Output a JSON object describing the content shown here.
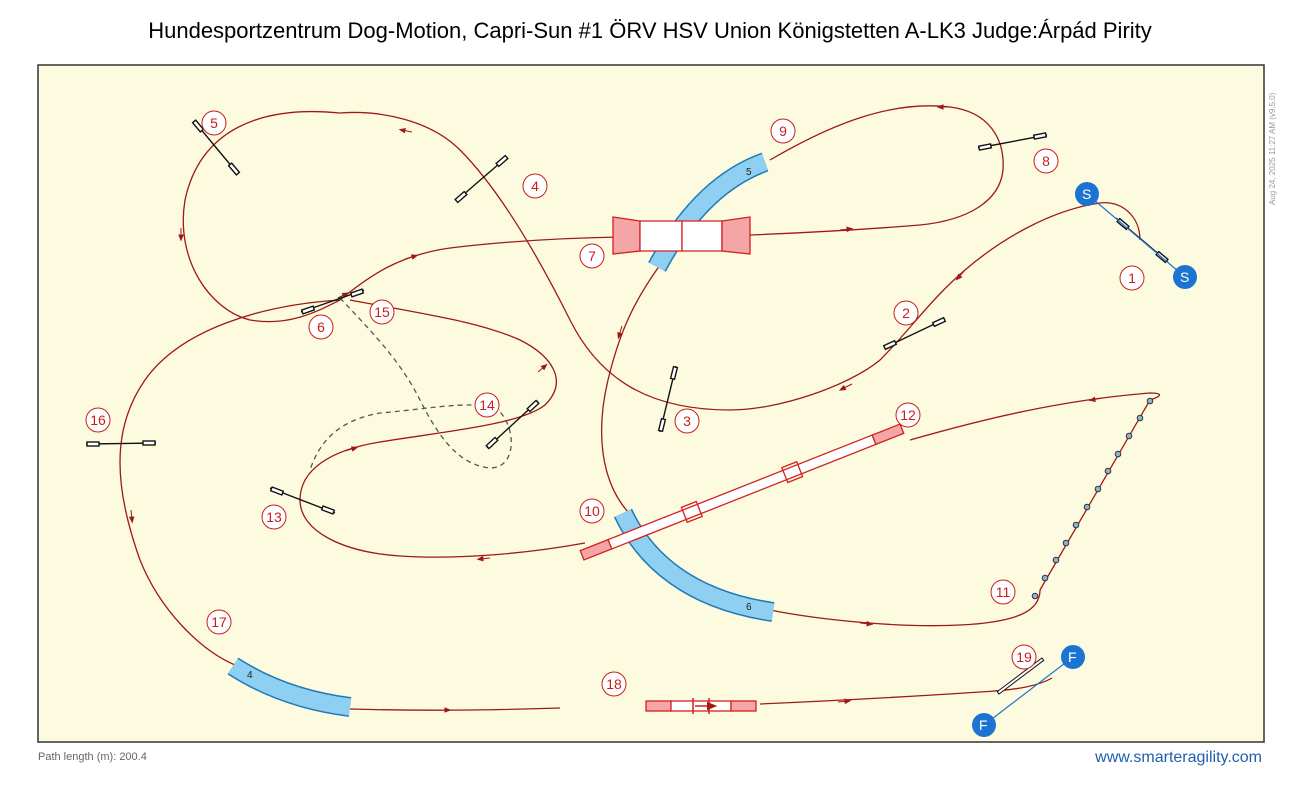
{
  "header": {
    "title": "Hundesportzentrum Dog-Motion, Capri-Sun #1 ÖRV HSV Union Königstetten A-LK3 Judge:Árpád Pirity",
    "side_stamp": "Aug 24, 2025 11:27 AM  (v9.5.0)"
  },
  "footer": {
    "path_length": "Path length (m): 200.4",
    "website": "www.smarteragility.com"
  },
  "colors": {
    "field_bg": "#fdfbdf",
    "path": "#a01818",
    "number": "#c81e1e",
    "tunnel": "#8fd0f2",
    "tunnel_stroke": "#1f78b8",
    "start_finish": "#1b74d1",
    "contact": "#f4a6a6"
  },
  "obstacle_numbers": [
    "1",
    "2",
    "3",
    "4",
    "5",
    "6",
    "7",
    "8",
    "9",
    "10",
    "11",
    "12",
    "13",
    "14",
    "15",
    "16",
    "17",
    "18",
    "19"
  ],
  "start_finish_labels": {
    "start": "S",
    "finish": "F"
  },
  "tunnel_labels": [
    "4",
    "5",
    "6"
  ]
}
